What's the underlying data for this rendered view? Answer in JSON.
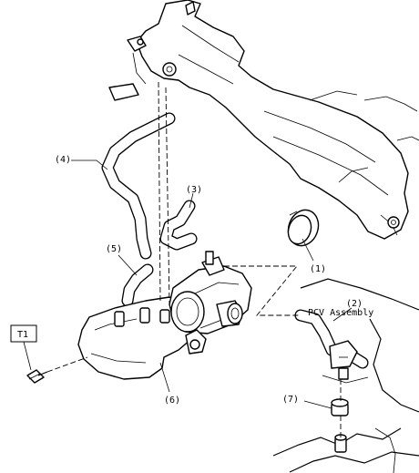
{
  "labels": {
    "p1": "(1)",
    "p2": "(2)",
    "p3": "(3)",
    "p4": "(4)",
    "p5": "(5)",
    "p6": "(6)",
    "p7": "(7)",
    "pcv": "PCV Assembly",
    "t1": "T1"
  }
}
